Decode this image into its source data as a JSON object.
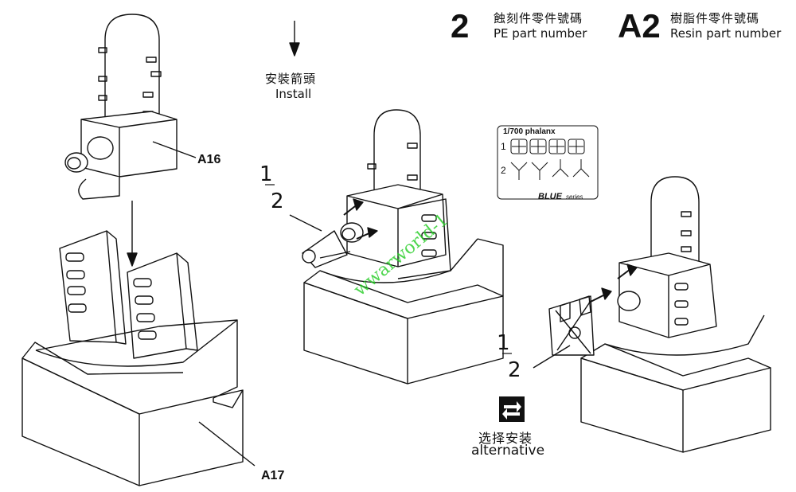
{
  "legend": {
    "pe_number": "2",
    "pe_cn": "蝕刻件零件號碼",
    "pe_en": "PE part number",
    "resin_number": "A2",
    "resin_cn": "樹脂件零件號碼",
    "resin_en": "Resin part number"
  },
  "install": {
    "cn": "安裝箭頭",
    "en": "Install"
  },
  "parts": {
    "upper": "A16",
    "base": "A17"
  },
  "fractions": [
    {
      "row": "1",
      "col": "2"
    },
    {
      "row": "1",
      "col": "2"
    }
  ],
  "pe_sheet": {
    "title": "1/700 phalanx",
    "row1": "1",
    "row2": "2",
    "brand": "BLUE",
    "brand_suffix": "series"
  },
  "alternative": {
    "cn": "选择安装",
    "en": "alternative",
    "icon": "swap-arrows-icon"
  },
  "watermark": "wwarworld-1",
  "colors": {
    "line": "#111111",
    "watermark": "#22cc22"
  }
}
